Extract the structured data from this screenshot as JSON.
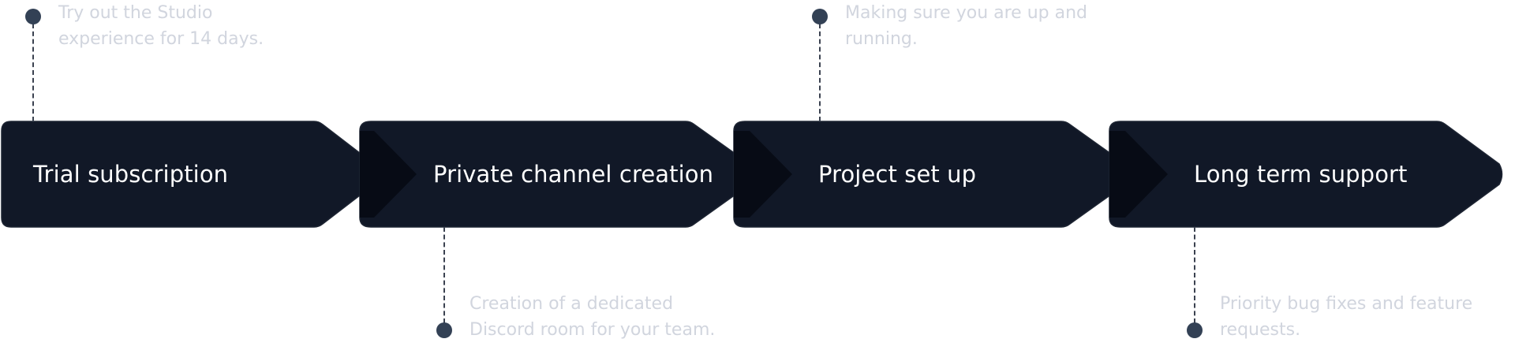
{
  "steps": [
    {
      "label": "Trial subscription",
      "note": [
        "Try out the Studio",
        "experience for 14 days."
      ],
      "note_position": "top"
    },
    {
      "label": "Private channel creation",
      "note": [
        "Creation of a dedicated",
        "Discord room for your team."
      ],
      "note_position": "bottom"
    },
    {
      "label": "Project set up",
      "note": [
        "Making sure you are up and",
        "running."
      ],
      "note_position": "top"
    },
    {
      "label": "Long term support",
      "note": [
        "Priority bug fixes and feature",
        "requests."
      ],
      "note_position": "bottom"
    }
  ],
  "colors": {
    "chevron_fill": "#111827",
    "chevron_overlap": "#070b15",
    "chevron_text": "#ffffff",
    "note_text": "#d1d5de",
    "dot": "#334155",
    "connector": "#3b4250"
  }
}
